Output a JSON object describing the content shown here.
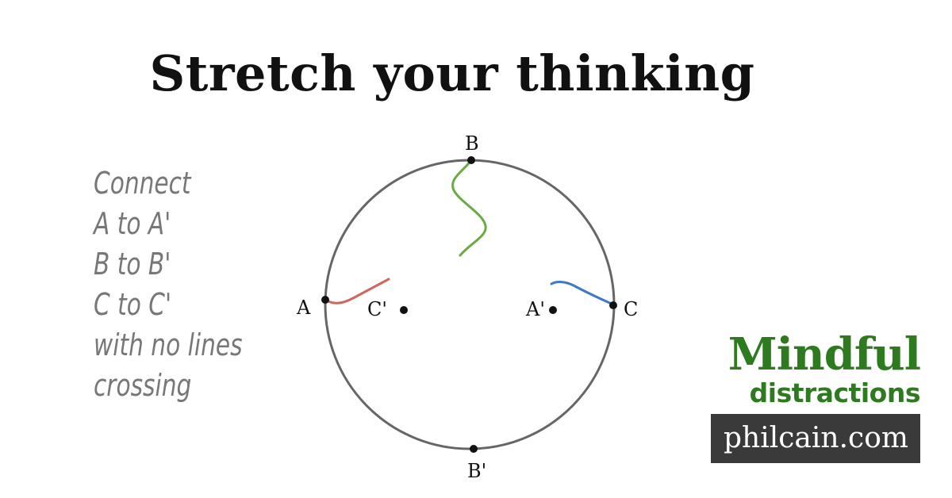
{
  "title": "Stretch your thinking",
  "instructions": [
    "Connect",
    "A to A'",
    "B to B'",
    "C to C'",
    "with no lines",
    "crossing"
  ],
  "points": {
    "A": "A",
    "A_prime": "A'",
    "B": "B",
    "B_prime": "B'",
    "C": "C",
    "C_prime": "C'"
  },
  "brand": {
    "main": "Mindful",
    "sub": "distractions",
    "url": "philcain.com"
  },
  "colors": {
    "circle": "#666666",
    "path_a": "#d0675f",
    "path_b": "#6aab45",
    "path_c": "#3f78c4",
    "brand_green": "#2d7a1f",
    "url_bg": "#3a3a3a"
  }
}
